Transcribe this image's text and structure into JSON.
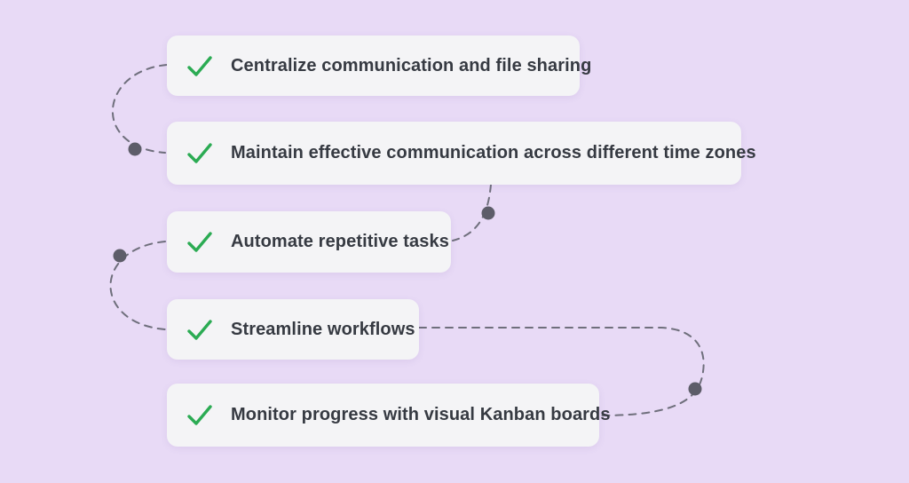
{
  "theme": {
    "background_color": "#e8daf6",
    "card_color": "#f4f4f6",
    "text_color": "#363a42",
    "check_color": "#2bab53",
    "connector_color": "#6f6f7c",
    "dot_color": "#5d5d69"
  },
  "checklist": {
    "items": [
      {
        "icon": "checkmark-icon",
        "label": "Centralize communication and file sharing"
      },
      {
        "icon": "checkmark-icon",
        "label": "Maintain effective communication across different time zones"
      },
      {
        "icon": "checkmark-icon",
        "label": "Automate repetitive tasks"
      },
      {
        "icon": "checkmark-icon",
        "label": "Streamline workflows"
      },
      {
        "icon": "checkmark-icon",
        "label": "Monitor progress with visual Kanban boards"
      }
    ]
  }
}
